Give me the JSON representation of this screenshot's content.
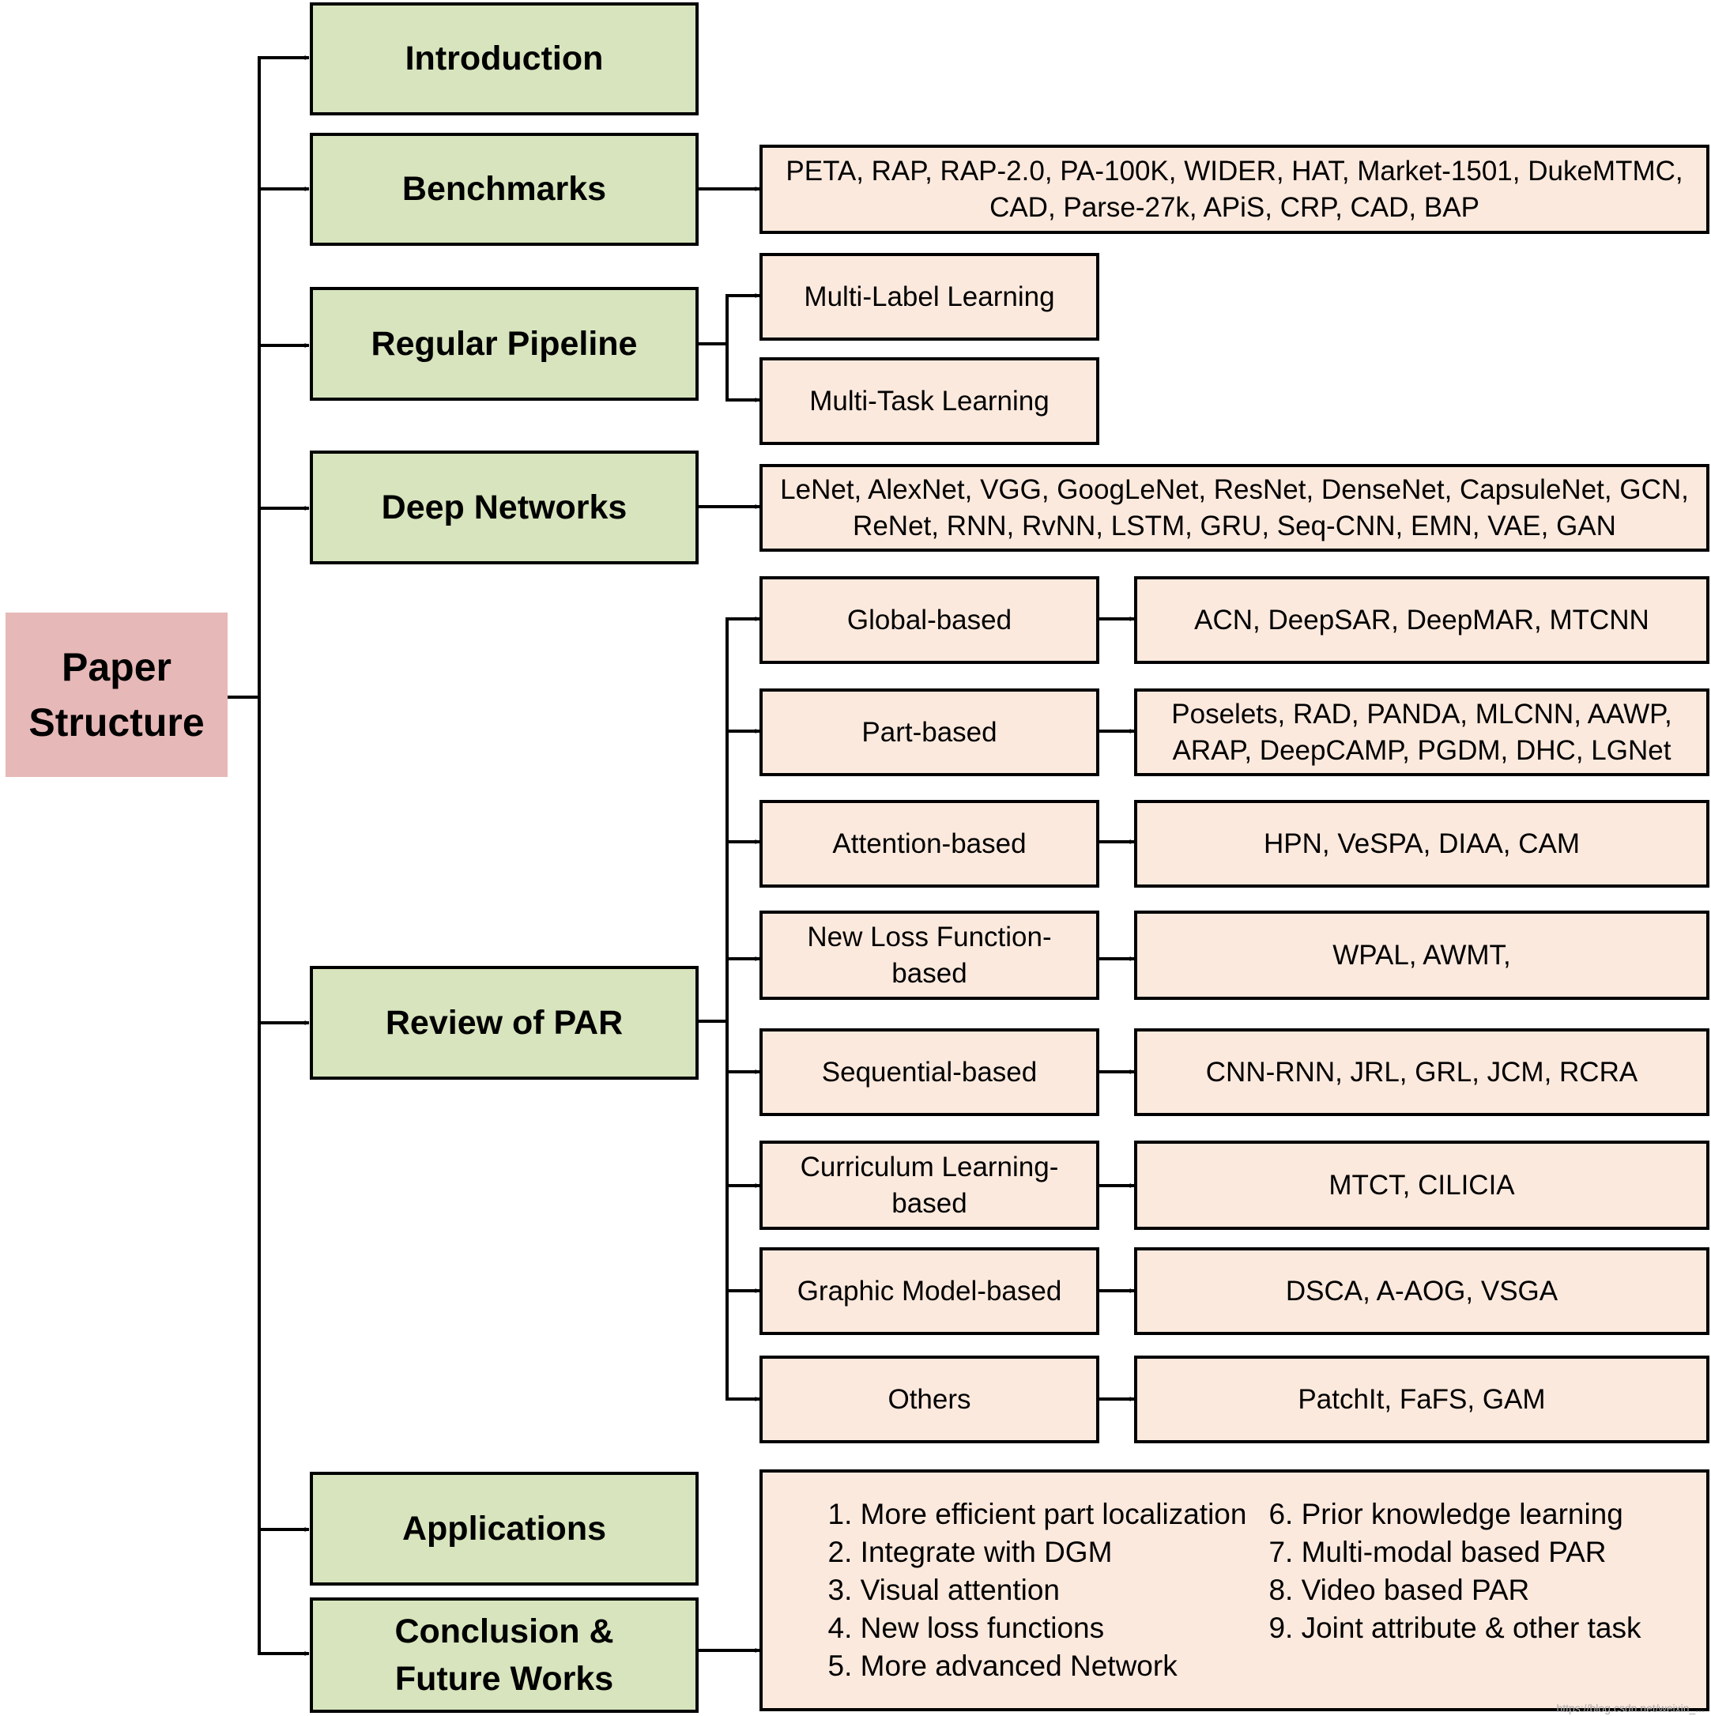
{
  "root": {
    "label": "Paper\nStructure"
  },
  "sections": {
    "introduction": "Introduction",
    "benchmarks": "Benchmarks",
    "regular_pipeline": "Regular Pipeline",
    "deep_networks": "Deep Networks",
    "review_of_par": "Review of PAR",
    "applications": "Applications",
    "conclusion": "Conclusion &\nFuture Works"
  },
  "benchmarks_list": "PETA, RAP, RAP-2.0, PA-100K, WIDER,  HAT, Market-1501, DukeMTMC,\nCAD, Parse-27k, APiS, CRP, CAD, BAP",
  "pipeline_items": [
    "Multi-Label Learning",
    "Multi-Task Learning"
  ],
  "deep_networks_list": "LeNet, AlexNet, VGG, GoogLeNet, ResNet, DenseNet, CapsuleNet, GCN,\nReNet, RNN, RvNN, LSTM, GRU, Seq-CNN, EMN, VAE, GAN",
  "review": [
    {
      "category": "Global-based",
      "methods": "ACN, DeepSAR, DeepMAR, MTCNN"
    },
    {
      "category": "Part-based",
      "methods": "Poselets, RAD, PANDA, MLCNN, AAWP,\nARAP, DeepCAMP, PGDM, DHC, LGNet"
    },
    {
      "category": "Attention-based",
      "methods": "HPN, VeSPA, DIAA, CAM"
    },
    {
      "category": "New Loss Function-\nbased",
      "methods": "WPAL, AWMT,"
    },
    {
      "category": "Sequential-based",
      "methods": "CNN-RNN, JRL, GRL, JCM, RCRA"
    },
    {
      "category": "Curriculum Learning-\nbased",
      "methods": "MTCT, CILICIA"
    },
    {
      "category": "Graphic Model-based",
      "methods": "DSCA, A-AOG, VSGA"
    },
    {
      "category": "Others",
      "methods": "PatchIt, FaFS, GAM"
    }
  ],
  "future_works": [
    "1. More efficient part localization",
    "2. Integrate with DGM",
    "3. Visual attention",
    "4. New loss functions",
    "5. More advanced Network",
    "6. Prior knowledge learning",
    "7. Multi-modal based PAR",
    "8. Video based PAR",
    "9. Joint attribute & other task"
  ],
  "watermark": "https://blog.csdn.net/weixin_..."
}
